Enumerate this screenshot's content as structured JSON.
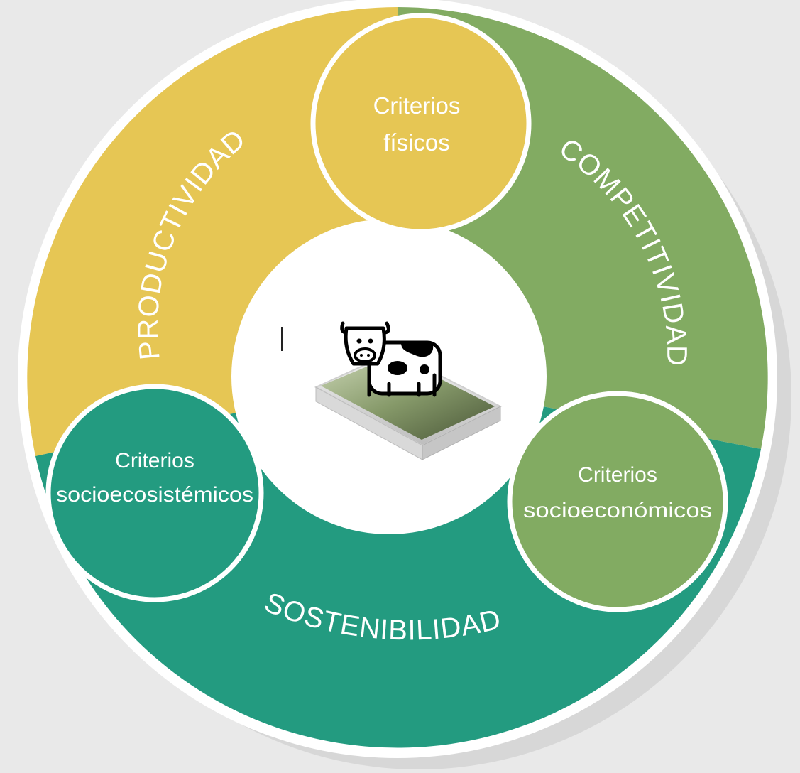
{
  "diagram": {
    "segments": [
      {
        "id": "productividad",
        "label": "PRODUCTIVIDAD",
        "color": "#e6c654"
      },
      {
        "id": "competitividad",
        "label": "COMPETITIVIDAD",
        "color": "#82ab62"
      },
      {
        "id": "sostenibilidad",
        "label": "SOSTENIBILIDAD",
        "color": "#239b80"
      }
    ],
    "nodes": [
      {
        "id": "fisicos",
        "line1": "Criterios",
        "line2": "físicos",
        "color": "#e6c654"
      },
      {
        "id": "socioecosistemicos",
        "line1": "Criterios",
        "line2": "socioecosistémicos",
        "color": "#239b80"
      },
      {
        "id": "socioeconomicos",
        "line1": "Criterios",
        "line2": "socioeconómicos",
        "color": "#82ab62"
      }
    ],
    "center": {
      "icon": "cow-on-grass-tile-icon"
    },
    "colors": {
      "text": "#ffffff",
      "outline": "#ffffff",
      "background": "#e9e9e9"
    }
  }
}
